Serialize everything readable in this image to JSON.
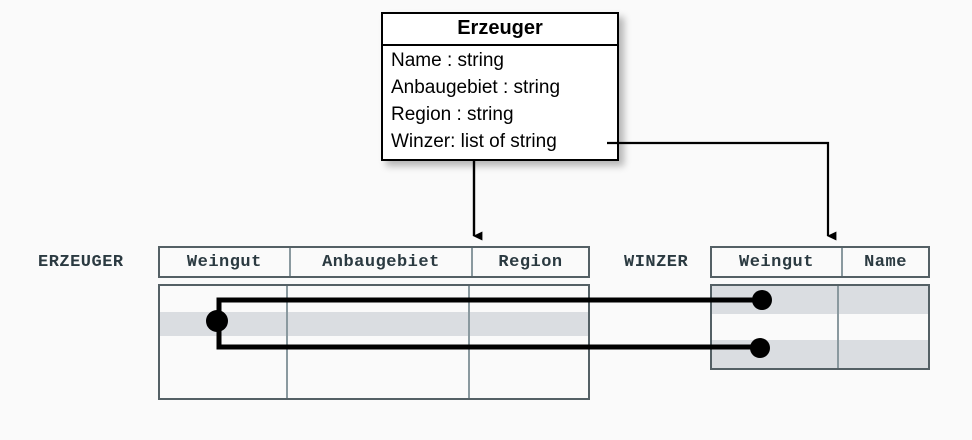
{
  "diagram": {
    "background_color": "#fafafa",
    "uml_class": {
      "title": "Erzeuger",
      "attributes": [
        "Name : string",
        "Anbaugebiet : string",
        "Region : string",
        "Winzer: list of string"
      ]
    },
    "tables": [
      {
        "label": "ERZEUGER",
        "columns": [
          "Weingut",
          "Anbaugebiet",
          "Region"
        ],
        "body_rows": 4,
        "highlighted_rows": [
          2
        ]
      },
      {
        "label": "WINZER",
        "columns": [
          "Weingut",
          "Name"
        ],
        "body_rows": 3,
        "highlighted_rows": [
          1,
          3
        ]
      }
    ],
    "connectors": {
      "arrow_to_erzeuger": "Erzeuger class maps to ERZEUGER table",
      "arrow_to_winzer": "Winzer list attribute maps to WINZER table Weingut column",
      "link_erzeuger_to_winzer": "ERZEUGER.Weingut row links to two WINZER.Weingut rows"
    },
    "colors": {
      "table_border": "#546065",
      "cell_divider": "#8a999f",
      "row_highlight": "#dadde1",
      "uml_border": "#000000",
      "connector": "#000000"
    }
  }
}
